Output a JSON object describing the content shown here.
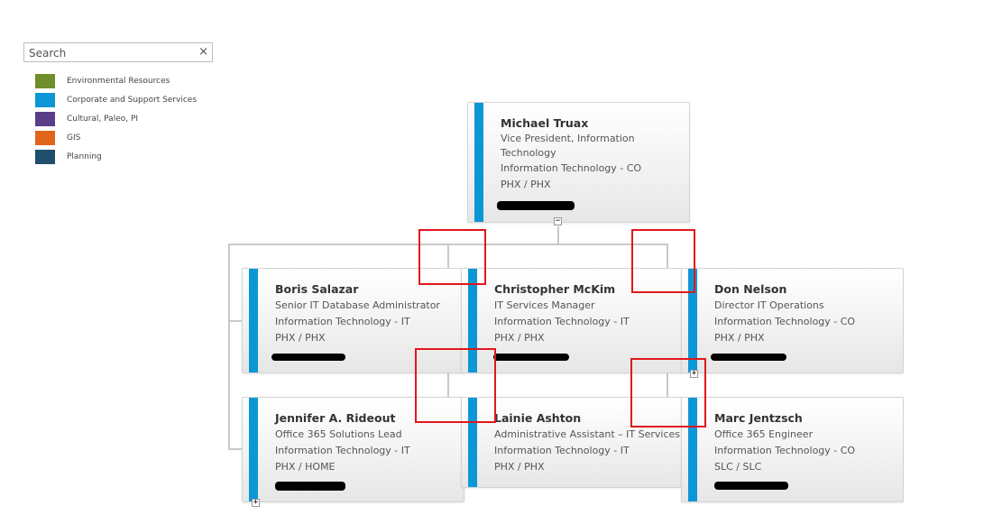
{
  "search": {
    "placeholder": "Search",
    "clear_glyph": "×"
  },
  "legend": [
    {
      "label": "Environmental Resources",
      "color": "#6f8f2a"
    },
    {
      "label": "Corporate and Support Services",
      "color": "#0b97d6"
    },
    {
      "label": "Cultural, Paleo, PI",
      "color": "#5a3e8a"
    },
    {
      "label": "GIS",
      "color": "#e0651c"
    },
    {
      "label": "Planning",
      "color": "#1f4f6b"
    }
  ],
  "toggle_glyphs": {
    "collapse": "−",
    "expand": "+"
  },
  "cards": {
    "michael": {
      "name": "Michael Truax",
      "title": "Vice President, Information Technology",
      "dept": "Information Technology - CO",
      "location": "PHX / PHX",
      "color": "#0b97d6"
    },
    "boris": {
      "name": "Boris Salazar",
      "title": "Senior IT Database Administrator",
      "dept": "Information Technology - IT",
      "location": "PHX / PHX",
      "color": "#0b97d6"
    },
    "christopher": {
      "name": "Christopher McKim",
      "title": "IT Services Manager",
      "dept": "Information Technology - IT",
      "location": "PHX / PHX",
      "color": "#0b97d6"
    },
    "don": {
      "name": "Don Nelson",
      "title": "Director IT Operations",
      "dept": "Information Technology - CO",
      "location": "PHX / PHX",
      "color": "#0b97d6"
    },
    "jennifer": {
      "name": "Jennifer A. Rideout",
      "title": "Office 365 Solutions Lead",
      "dept": "Information Technology - IT",
      "location": "PHX / HOME",
      "color": "#0b97d6"
    },
    "lainie": {
      "name": "Lainie Ashton",
      "title": "Administrative Assistant – IT Services",
      "dept": "Information Technology - IT",
      "location": "PHX / PHX",
      "color": "#0b97d6"
    },
    "marc": {
      "name": "Marc Jentzsch",
      "title": "Office 365 Engineer",
      "dept": "Information Technology - CO",
      "location": "SLC / SLC",
      "color": "#0b97d6"
    }
  },
  "highlight_color": "#e0181e"
}
